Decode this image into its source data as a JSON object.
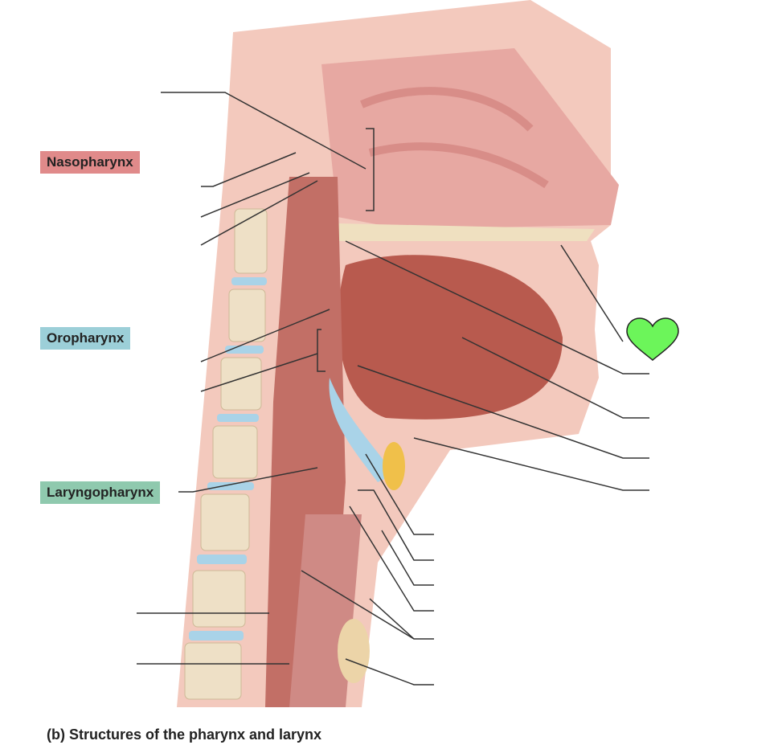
{
  "diagram": {
    "caption": "(b) Structures of the pharynx and larynx",
    "region_labels": [
      {
        "text": "Nasopharynx",
        "color": "#e08a8a"
      },
      {
        "text": "Oropharynx",
        "color": "#9ccfd8"
      },
      {
        "text": "Laryngopharynx",
        "color": "#8fc9ae"
      }
    ],
    "marker": {
      "shape": "heart",
      "color": "#6cf55a"
    },
    "blank_label_lines": 17
  }
}
